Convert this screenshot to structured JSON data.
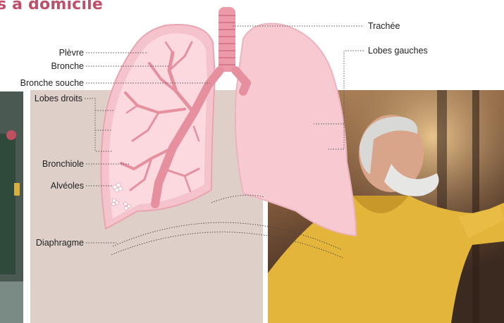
{
  "title": "s à domicile",
  "labels": {
    "trachee": "Trachée",
    "lobes_gauches": "Lobes gauches",
    "plevre": "Plèvre",
    "bronche": "Bronche",
    "bronche_souche": "Bronche souche",
    "lobes_droits": "Lobes droits",
    "bronchiole": "Bronchiole",
    "alveoles": "Alvéoles",
    "diaphragme": "Diaphragme"
  },
  "colors": {
    "title": "#c0506a",
    "lung_fill": "#f4c3cc",
    "lung_inner": "#fbd9df",
    "bronchi": "#e58f9f",
    "trachea": "#ec9aa9",
    "leader": "#555555"
  }
}
